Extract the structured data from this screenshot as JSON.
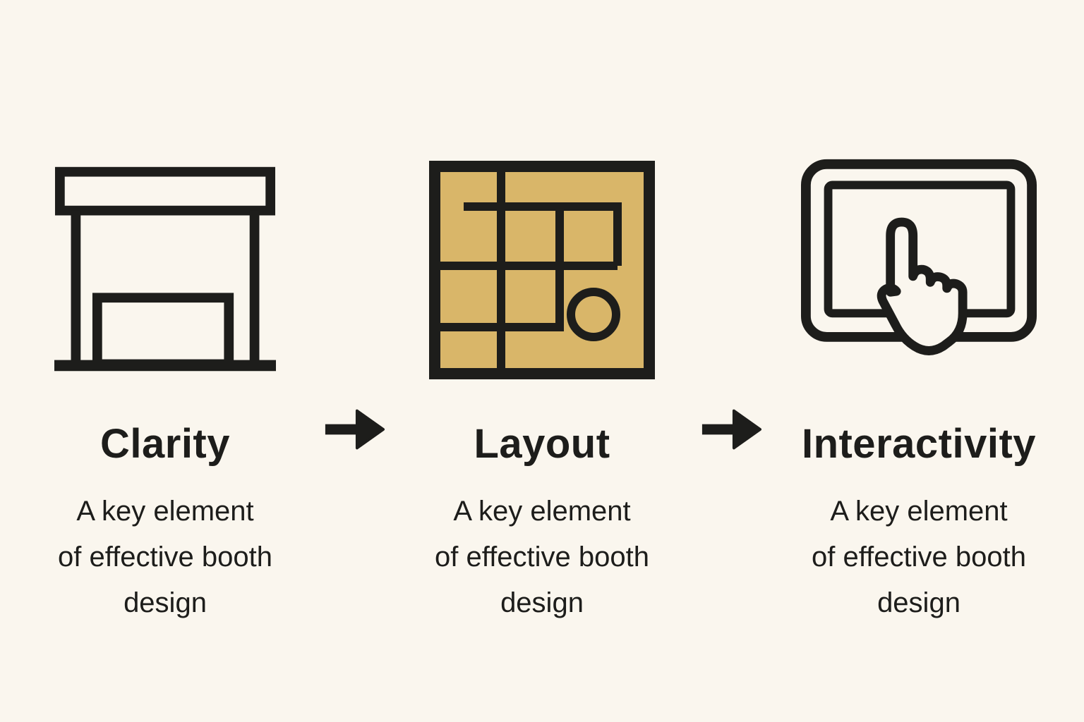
{
  "page": {
    "background_color": "#faf6ee",
    "ink_color": "#1d1d1b",
    "accent_color": "#d9b669"
  },
  "steps": [
    {
      "title": "Clarity",
      "description_lines": [
        "A key element",
        "of effective booth",
        "design"
      ],
      "icon": "booth-icon"
    },
    {
      "title": "Layout",
      "description_lines": [
        "A key element",
        "of effective booth",
        "design"
      ],
      "icon": "floorplan-icon"
    },
    {
      "title": "Interactivity",
      "description_lines": [
        "A key element",
        "of effective booth",
        "design"
      ],
      "icon": "touchscreen-icon"
    }
  ],
  "arrows": {
    "glyph": "right-arrow"
  }
}
